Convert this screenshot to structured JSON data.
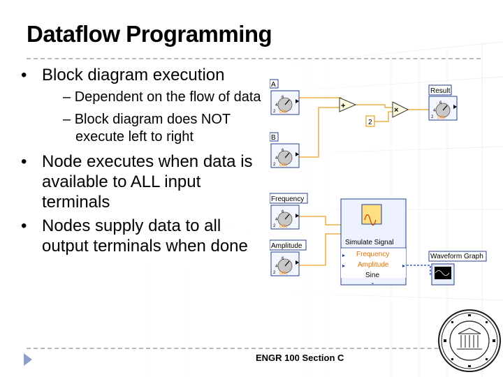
{
  "slide": {
    "title": "Dataflow Programming",
    "footer": "ENGR 100 Section C"
  },
  "bullets": [
    {
      "text": "Block diagram execution",
      "sub": [
        "Dependent on the flow of data",
        "Block diagram does NOT execute left to right"
      ]
    },
    {
      "text": "Node executes when data is available to ALL input terminals",
      "sub": []
    },
    {
      "text": "Nodes supply data to all output terminals when done",
      "sub": []
    }
  ],
  "diagram": {
    "controls": {
      "a": "A",
      "b": "B",
      "frequency": "Frequency",
      "amplitude": "Amplitude"
    },
    "dial_marks": {
      "low": "2",
      "mid": "4",
      "high": "6",
      "dtype": "DBL"
    },
    "add_symbol": "+",
    "multiply_symbol": "×",
    "constant": "2",
    "result": "Result",
    "simulate_signal": {
      "title": "Simulate Signal",
      "inputs": [
        "Frequency",
        "Amplitude"
      ],
      "mode": "Sine"
    },
    "waveform_graph": "Waveform Graph"
  },
  "colors": {
    "accent": "#1f3f8f",
    "wire": "#e8a020",
    "wire_blue": "#1f3fbf",
    "panel": "#eef2ff"
  }
}
